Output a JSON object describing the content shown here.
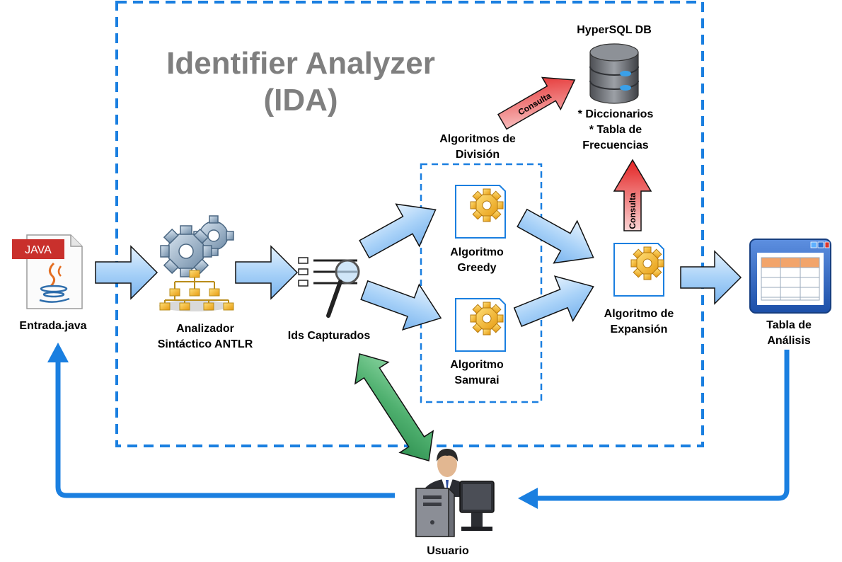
{
  "title": {
    "line1": "Identifier Analyzer",
    "line2": "(IDA)"
  },
  "nodes": {
    "java_file": {
      "badge": "JAVA",
      "label": "Entrada.java"
    },
    "parser": {
      "line1": "Analizador",
      "line2": "Sintáctico ANTLR"
    },
    "ids": {
      "label": "Ids Capturados"
    },
    "division_group": {
      "line1": "Algoritmos de",
      "line2": "División"
    },
    "greedy": {
      "line1": "Algoritmo",
      "line2": "Greedy"
    },
    "samurai": {
      "line1": "Algoritmo",
      "line2": "Samurai"
    },
    "expansion": {
      "line1": "Algoritmo de",
      "line2": "Expansión"
    },
    "database": {
      "title": "HyperSQL DB",
      "line1": "* Diccionarios",
      "line2": "* Tabla de",
      "line3": "Frecuencias"
    },
    "table": {
      "line1": "Tabla de",
      "line2": "Análisis"
    },
    "user": {
      "label": "Usuario"
    }
  },
  "edges": {
    "consulta_division": "Consulta",
    "consulta_expansion": "Consulta"
  },
  "colors": {
    "dashed_border": "#1a7fe0",
    "flow_arrow": "#9cc9f7",
    "query_arrow": "#f06060",
    "user_arrow": "#5cb87a",
    "feedback_line": "#1a7fe0",
    "title": "#7f7f7f"
  }
}
